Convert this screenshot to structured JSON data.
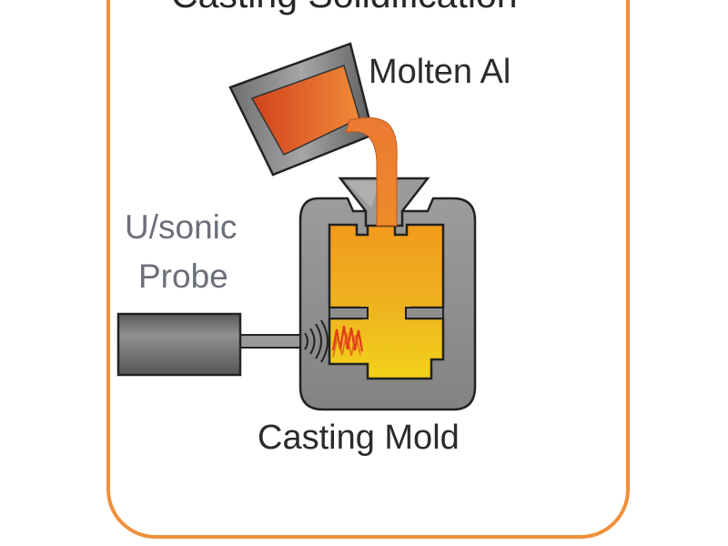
{
  "title": "Casting Solidification",
  "labels": {
    "molten_metal": "Molten Al",
    "probe_line1": "U/sonic",
    "probe_line2": "Probe",
    "mold": "Casting Mold"
  },
  "colors": {
    "frame": "#f0903a",
    "molten_stream": "#ea6d2a",
    "mold_body": "#8e8e8e",
    "cavity_top": "#f29a1e",
    "cavity_bottom": "#f2d21a",
    "waves": "#e23a1a",
    "probe_body": "#686868"
  }
}
